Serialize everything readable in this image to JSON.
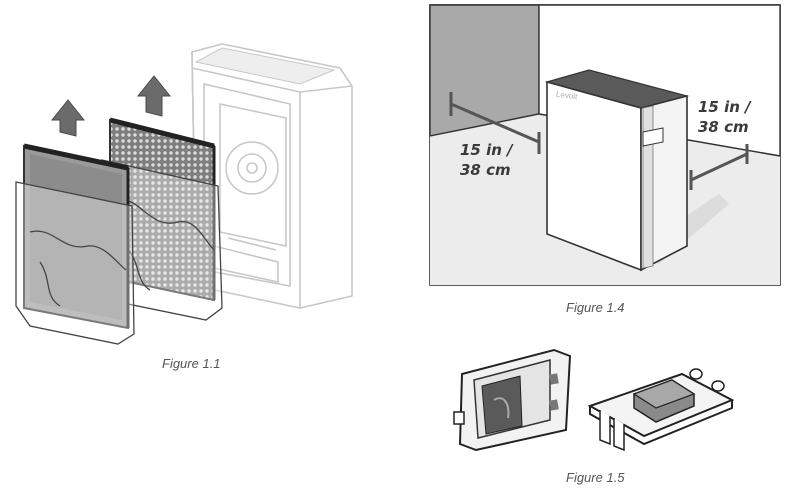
{
  "figures": {
    "fig11": {
      "caption": "Figure 1.1"
    },
    "fig14": {
      "caption": "Figure 1.4",
      "left_dimension": {
        "line1": "15 in /",
        "line2": "38 cm"
      },
      "right_dimension": {
        "line1": "15 in /",
        "line2": "38 cm"
      },
      "brand": "Levoit"
    },
    "fig15": {
      "caption": "Figure 1.5"
    }
  },
  "colors": {
    "line": "#333333",
    "light_line": "#c8c8c8",
    "wall_gray": "#a9a9a9",
    "floor_gray": "#ececec",
    "filter_gray": "#8a8a8a",
    "arrow_gray": "#6b6b6b"
  }
}
